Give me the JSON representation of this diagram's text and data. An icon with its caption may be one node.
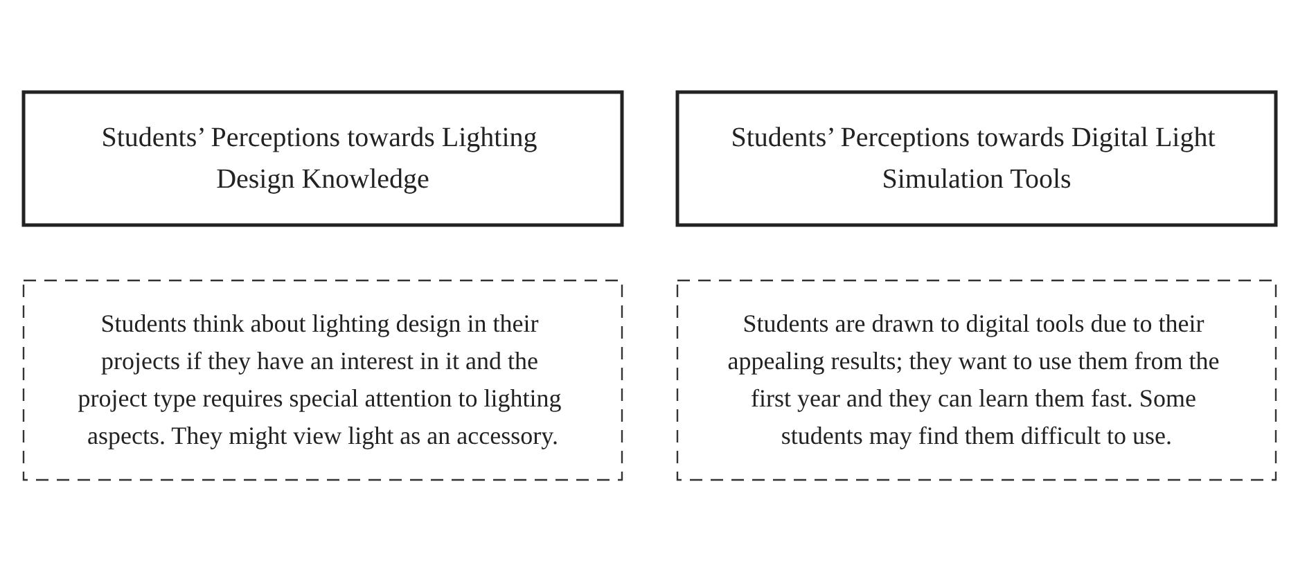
{
  "diagram": {
    "nodes": [
      {
        "text": [
          "Students’ Perceptions towards Lighting Design Knowledge"
        ]
      },
      {
        "text": [
          "Students’ Perceptions towards Digital Light Simulation Tools"
        ]
      },
      {
        "text": [
          "Students think about lighting design in their projects if they have an interest in it and the project type requires special attention to lighting aspects. They might view light as an accessory."
        ]
      },
      {
        "text": [
          "Students are drawn to digital tools due to their appealing results; they want to use them from the first year and they can learn them fast. Some students may find them difficult to use."
        ]
      }
    ],
    "edges": []
  }
}
